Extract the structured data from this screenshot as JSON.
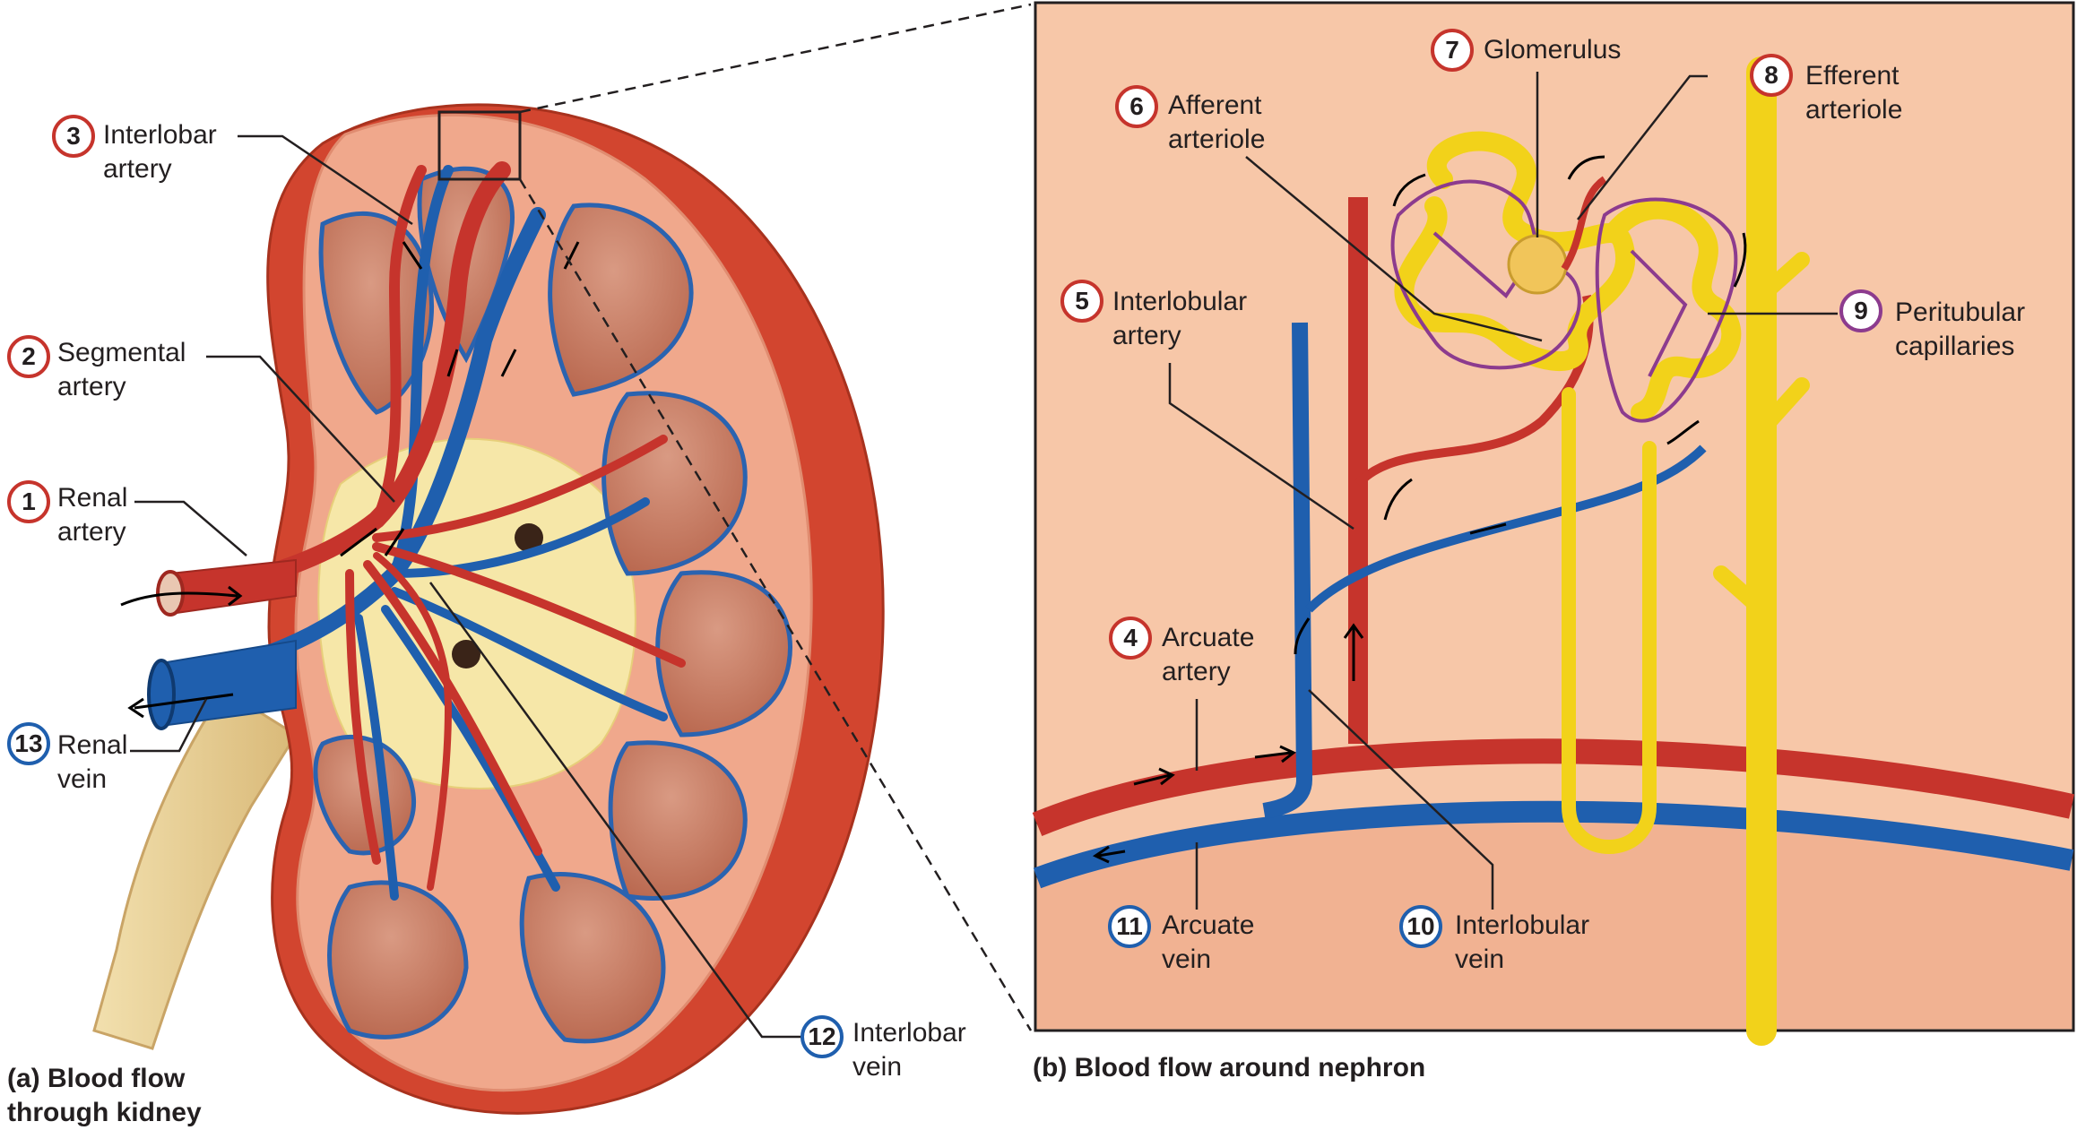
{
  "captions": {
    "a": "(a) Blood flow\nthrough kidney",
    "b": "(b) Blood flow around nephron"
  },
  "labels": [
    {
      "num": "1",
      "text": "Renal\nartery",
      "kind": "artery"
    },
    {
      "num": "2",
      "text": "Segmental\nartery",
      "kind": "artery"
    },
    {
      "num": "3",
      "text": "Interlobar\nartery",
      "kind": "artery"
    },
    {
      "num": "4",
      "text": "Arcuate\nartery",
      "kind": "artery"
    },
    {
      "num": "5",
      "text": "Interlobular\nartery",
      "kind": "artery"
    },
    {
      "num": "6",
      "text": "Afferent\narteriole",
      "kind": "artery"
    },
    {
      "num": "7",
      "text": "Glomerulus",
      "kind": "artery"
    },
    {
      "num": "8",
      "text": "Efferent\narteriole",
      "kind": "artery"
    },
    {
      "num": "9",
      "text": "Peritubular\ncapillaries",
      "kind": "capillary"
    },
    {
      "num": "10",
      "text": "Interlobular\nvein",
      "kind": "vein"
    },
    {
      "num": "11",
      "text": "Arcuate\nvein",
      "kind": "vein"
    },
    {
      "num": "12",
      "text": "Interlobar\nvein",
      "kind": "vein"
    },
    {
      "num": "13",
      "text": "Renal\nvein",
      "kind": "vein"
    }
  ],
  "colors": {
    "artery": "#c6342c",
    "vein": "#1f5fae",
    "capillary": "#8c3b8e",
    "tubule": "#f2d21a",
    "cortex": "#f0a88c",
    "panel_bg": "#f7c7a8",
    "capsule": "#d2452f"
  }
}
